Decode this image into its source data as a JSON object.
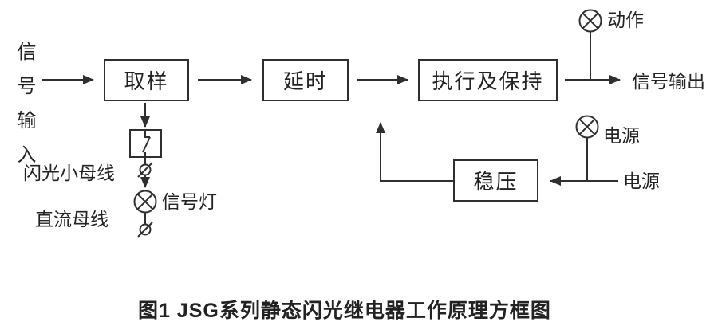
{
  "colors": {
    "line": "#2f2f2f",
    "text": "#222222",
    "background": "#ffffff"
  },
  "diagram": {
    "input_label": "信号输入",
    "boxes": {
      "sampling": {
        "label": "取样"
      },
      "delay": {
        "label": "延时"
      },
      "execute_hold": {
        "label": "执行及保持"
      },
      "regulator": {
        "label": "稳压"
      }
    },
    "lamps": {
      "action": {
        "label": "动作",
        "icon": "indicator-lamp-crossed-circle"
      },
      "power": {
        "label": "电源",
        "icon": "indicator-lamp-crossed-circle"
      },
      "signal": {
        "label": "信号灯",
        "icon": "indicator-lamp-crossed-circle"
      }
    },
    "labels": {
      "signal_output": "信号输出",
      "power_source": "电源",
      "flash_bus": "闪光小母线",
      "dc_bus": "直流母线"
    },
    "icons": {
      "terminal": "terminal-slash-icon",
      "switch": "relay-contact-icon"
    },
    "caption": "图1  JSG系列静态闪光继电器工作原理方框图"
  }
}
